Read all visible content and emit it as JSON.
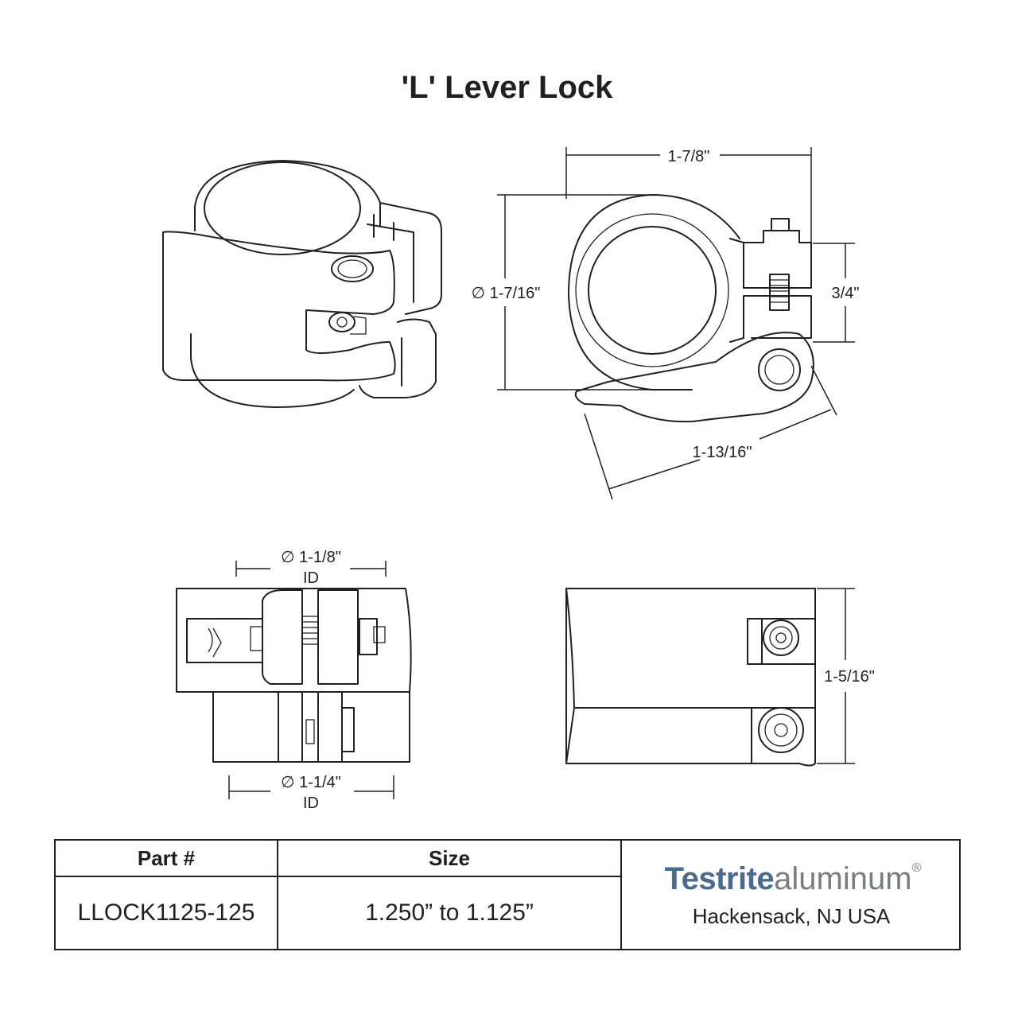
{
  "title": "'L' Lever Lock",
  "dimensions": {
    "top_width": "1-7/8\"",
    "diameter_outer": "∅ 1-7/16\"",
    "bolt_height": "3/4\"",
    "lever_length": "1-13/16\"",
    "id_top_dia": "∅ 1-1/8\"",
    "id_top_label": "ID",
    "id_bottom_dia": "∅ 1-1/4\"",
    "id_bottom_label": "ID",
    "side_height": "1-5/16\""
  },
  "table": {
    "header_part": "Part #",
    "header_size": "Size",
    "part_number": "LLOCK1125-125",
    "size": "1.250” to 1.125”"
  },
  "brand": {
    "name_strong": "Testrite",
    "name_light": "aluminum",
    "registered": "®",
    "location": "Hackensack, NJ USA",
    "color_primary": "#4a6b8f",
    "color_secondary": "#7a7d80"
  }
}
